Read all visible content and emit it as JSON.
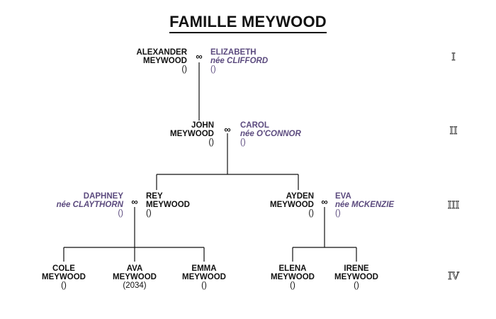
{
  "title": "FAMILLE MEYWOOD",
  "marriage_symbol": "∞",
  "generations": [
    "I",
    "II",
    "III",
    "IV"
  ],
  "people": {
    "alexander": {
      "first": "ALEXANDER",
      "last": "MEYWOOD",
      "date": "()"
    },
    "elizabeth": {
      "first": "ELIZABETH",
      "nee": "née CLIFFORD",
      "date": "()"
    },
    "john": {
      "first": "JOHN",
      "last": "MEYWOOD",
      "date": "()"
    },
    "carol": {
      "first": "CAROL",
      "nee": "née O'CONNOR",
      "date": "()"
    },
    "daphney": {
      "first": "DAPHNEY",
      "nee": "née CLAYTHORN",
      "date": "()"
    },
    "rey": {
      "first": "REY",
      "last": "MEYWOOD",
      "date": "()"
    },
    "ayden": {
      "first": "AYDEN",
      "last": "MEYWOOD",
      "date": "()"
    },
    "eva": {
      "first": "EVA",
      "nee": "née MCKENZIE",
      "date": "()"
    },
    "cole": {
      "first": "COLE",
      "last": "MEYWOOD",
      "date": "()"
    },
    "ava": {
      "first": "AVA",
      "last": "MEYWOOD",
      "date": "(2034)"
    },
    "emma": {
      "first": "EMMA",
      "last": "MEYWOOD",
      "date": "()"
    },
    "elena": {
      "first": "ELENA",
      "last": "MEYWOOD",
      "date": "()"
    },
    "irene": {
      "first": "IRENE",
      "last": "MEYWOOD",
      "date": "()"
    }
  },
  "colors": {
    "text": "#111111",
    "spouse": "#5b4a7e"
  }
}
